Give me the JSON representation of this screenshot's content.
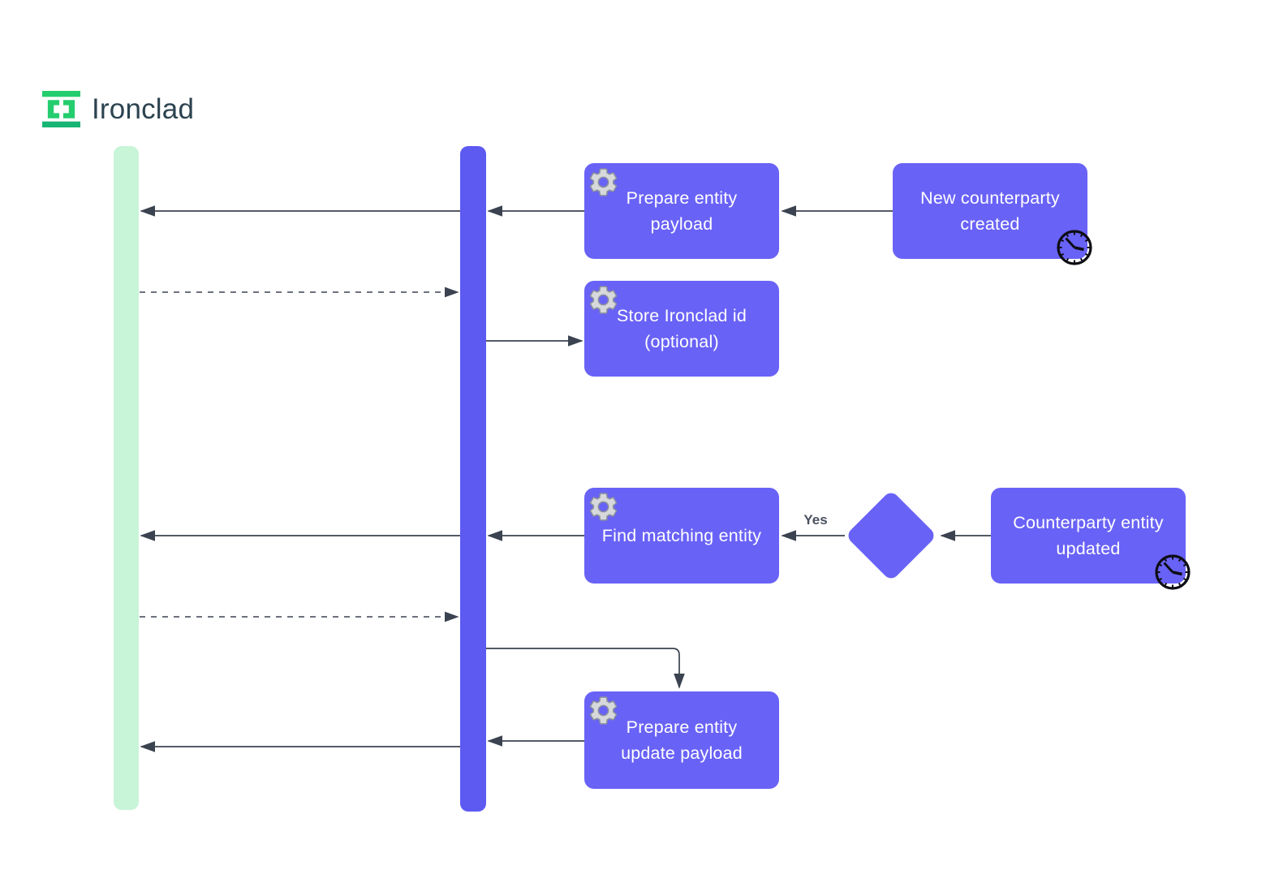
{
  "header": {
    "brand": "Ironclad"
  },
  "colors": {
    "node_fill": "#6962F6",
    "lifeline_purple": "#5D5AF1",
    "lifeline_green": "#C8F4D7",
    "arrow": "#3B4350",
    "node_text": "#FFFFFF",
    "edge_label_text": "#4A5160",
    "logo_green": "#24CD6E",
    "logo_green_dark": "#17B573",
    "brand_text": "#2C4350",
    "gear_gray": "#D6D8DC",
    "clock_black": "#0D0D15"
  },
  "diagram": {
    "nodes": {
      "prepare_entity_payload": {
        "label": "Prepare entity\npayload",
        "icon": "gear-icon"
      },
      "store_ironclad_id": {
        "label": "Store Ironclad id\n(optional)",
        "icon": "gear-icon"
      },
      "new_counterparty_created": {
        "label": "New counterparty\ncreated",
        "icon": "clock-icon"
      },
      "find_matching_entity": {
        "label": "Find matching entity",
        "icon": "gear-icon"
      },
      "counterparty_entity_updated": {
        "label": "Counterparty entity\nupdated",
        "icon": "clock-icon"
      },
      "prepare_entity_update_payload": {
        "label": "Prepare entity\nupdate payload",
        "icon": "gear-icon"
      }
    },
    "edge_labels": {
      "yes": "Yes"
    }
  }
}
